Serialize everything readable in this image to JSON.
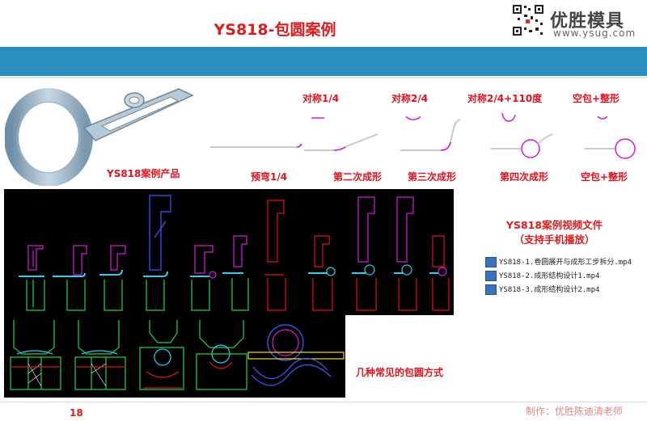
{
  "header": {
    "title": "YS818-包圆案例",
    "logo_text": "优胜模具",
    "logo_url": "www.ysug.com"
  },
  "product": {
    "caption": "YS818案例产品"
  },
  "steps_top": [
    {
      "label": "对称1/4"
    },
    {
      "label": "对称2/4"
    },
    {
      "label": "对称2/4+110度"
    },
    {
      "label": "空包+整形"
    }
  ],
  "steps_bottom": [
    {
      "label": "预弯1/4"
    },
    {
      "label": "第二次成形"
    },
    {
      "label": "第三次成形"
    },
    {
      "label": "第四次成形"
    },
    {
      "label": "空包+整形"
    }
  ],
  "video": {
    "title_line1": "YS818案例视频文件",
    "title_line2": "（支持手机播放）",
    "files": [
      {
        "name": "YS818-1.卷圆展开与成形工步拆分.mp4"
      },
      {
        "name": "YS818-2.成形结构设计1.mp4"
      },
      {
        "name": "YS818-3.成形结构设计2.mp4"
      }
    ]
  },
  "methods_caption": "几种常见的包圆方式",
  "page_number": "18",
  "footer": "制作：优胜陈迪清老师",
  "colors": {
    "band": "#2a8fbf",
    "accent": "#d81e1e",
    "magenta": "#d61bd6"
  }
}
